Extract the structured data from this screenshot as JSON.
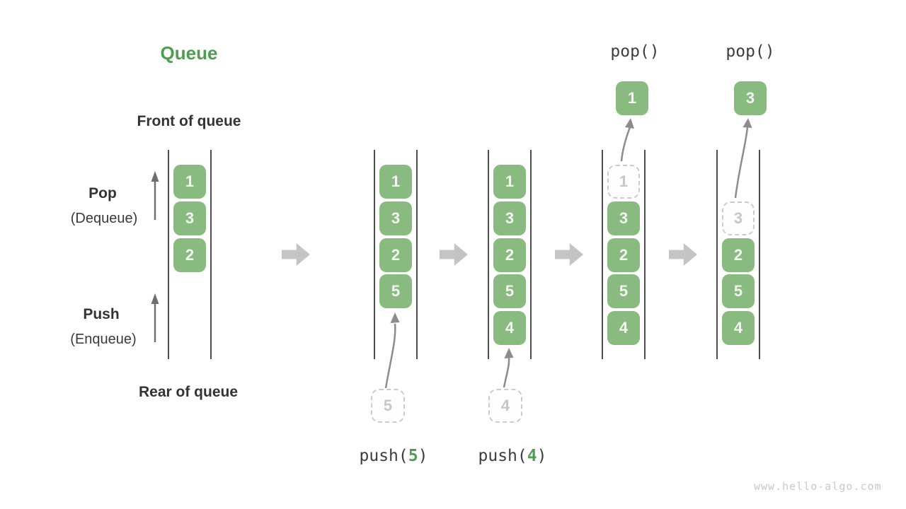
{
  "title": "Queue",
  "side_labels": {
    "front": "Front of queue",
    "rear": "Rear of queue",
    "pop": "Pop",
    "pop_sub": "(Dequeue)",
    "push": "Push",
    "push_sub": "(Enqueue)"
  },
  "colors": {
    "cell_green": "#89ba80",
    "accent_green": "#4e9e52",
    "block_arrow_gray": "#c4c4c4",
    "curve_arrow_gray": "#8c8c8c",
    "dashed_gray": "#cbcbcb",
    "text_dark": "#333333"
  },
  "queues": [
    {
      "cells": [
        {
          "value": "1"
        },
        {
          "value": "3"
        },
        {
          "value": "2"
        }
      ]
    },
    {
      "cells": [
        {
          "value": "1"
        },
        {
          "value": "3"
        },
        {
          "value": "2"
        },
        {
          "value": "5"
        }
      ],
      "staged": "5",
      "op": {
        "prefix": "push(",
        "arg": "5",
        "suffix": ")"
      }
    },
    {
      "cells": [
        {
          "value": "1"
        },
        {
          "value": "3"
        },
        {
          "value": "2"
        },
        {
          "value": "5"
        },
        {
          "value": "4"
        }
      ],
      "staged": "4",
      "op": {
        "prefix": "push(",
        "arg": "4",
        "suffix": ")"
      }
    },
    {
      "cells": [
        {
          "value": "1"
        },
        {
          "value": "3"
        },
        {
          "value": "2"
        },
        {
          "value": "5"
        },
        {
          "value": "4"
        }
      ],
      "popped": "1",
      "op_label": "pop()"
    },
    {
      "cells": [
        {
          "value": "3"
        },
        {
          "value": "2"
        },
        {
          "value": "5"
        },
        {
          "value": "4"
        }
      ],
      "popped": "3",
      "op_label": "pop()"
    }
  ],
  "watermark": "www.hello-algo.com"
}
